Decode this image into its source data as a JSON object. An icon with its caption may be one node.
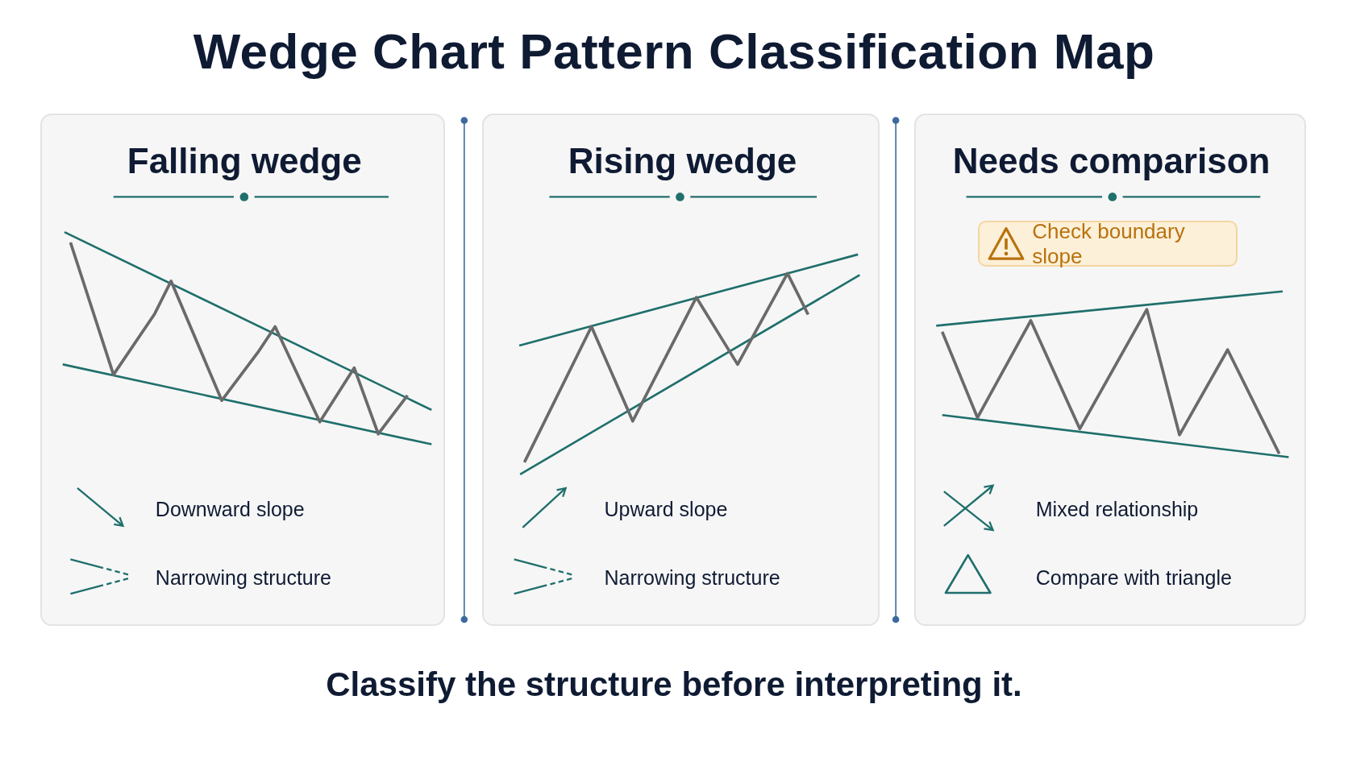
{
  "diagram": {
    "title": "Wedge Chart Pattern Classification Map",
    "caption": "Classify the structure before interpreting it.",
    "nodes": [
      {
        "text": [
          "Falling wedge",
          "Downward slope",
          "Narrowing structure"
        ]
      },
      {
        "text": [
          "Rising wedge",
          "Upward slope",
          "Narrowing structure"
        ]
      },
      {
        "text": [
          "Needs comparison",
          "Mixed relationship",
          "Compare with triangle"
        ]
      },
      {
        "text": [
          "Check boundary slope"
        ],
        "in": 2
      }
    ]
  }
}
